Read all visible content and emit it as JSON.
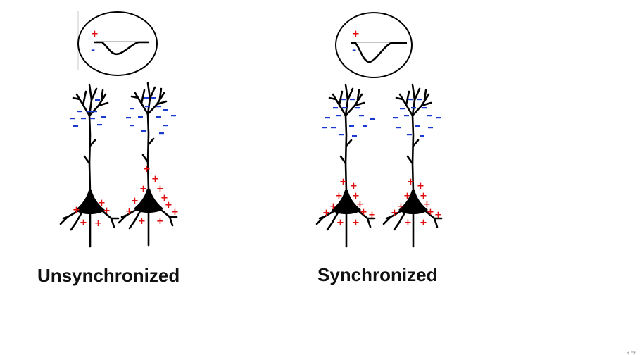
{
  "panels": [
    {
      "caption": "Unsynchronized",
      "waveform": {
        "plus": "+",
        "minus": "-"
      }
    },
    {
      "caption": "Synchronized",
      "waveform": {
        "plus": "+",
        "minus": "-"
      }
    }
  ],
  "page_number": "17",
  "colors": {
    "positive": "#e01010",
    "negative": "#1a3ad0",
    "ink": "#000000"
  }
}
